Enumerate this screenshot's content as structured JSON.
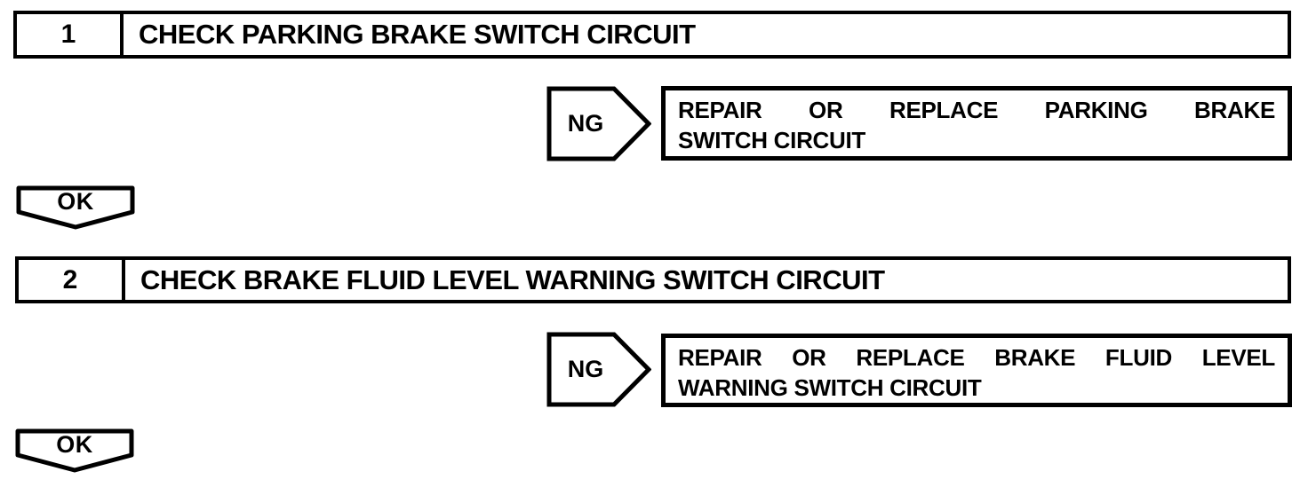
{
  "palette": {
    "ink": "#000000",
    "paper": "#ffffff"
  },
  "diagram_type": "diagnostic-flowchart",
  "steps": [
    {
      "number": "1",
      "title": "CHECK PARKING BRAKE SWITCH CIRCUIT",
      "ng": {
        "label": "NG",
        "action_line1": "REPAIR OR REPLACE PARKING BRAKE",
        "action_line2": "SWITCH CIRCUIT"
      },
      "ok": {
        "label": "OK"
      }
    },
    {
      "number": "2",
      "title": "CHECK BRAKE FLUID LEVEL WARNING SWITCH CIRCUIT",
      "ng": {
        "label": "NG",
        "action_line1": "REPAIR OR REPLACE BRAKE FLUID LEVEL",
        "action_line2": "WARNING SWITCH CIRCUIT"
      },
      "ok": {
        "label": "OK"
      }
    }
  ]
}
